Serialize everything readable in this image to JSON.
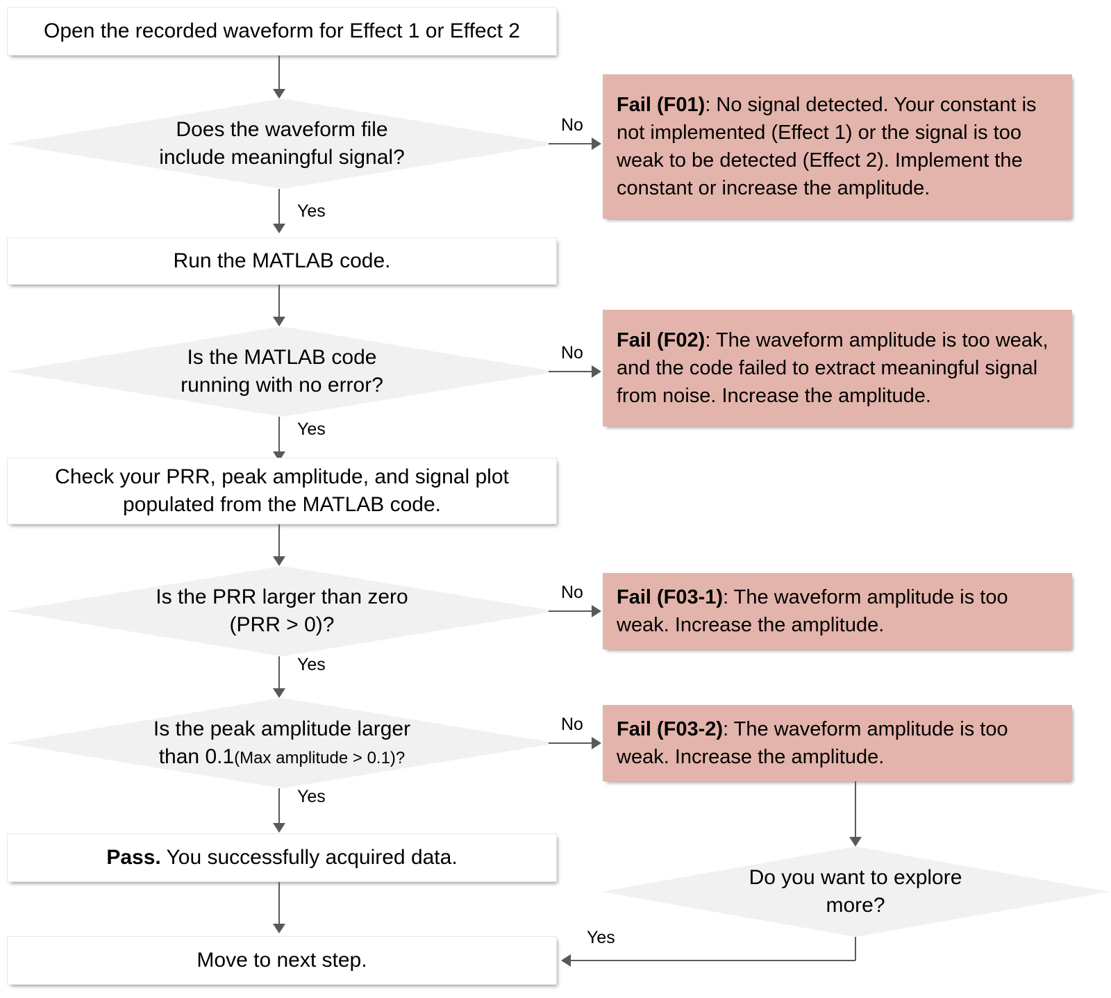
{
  "diagram": {
    "title": "Waveform acquisition troubleshooting flowchart",
    "colors": {
      "process_fill": "#ffffff",
      "decision_fill": "#f1f1f1",
      "fail_fill": "#e3b4ab",
      "connector": "#595959",
      "text": "#000000"
    }
  },
  "nodes": {
    "start": {
      "type": "process",
      "text": "Open the recorded waveform for Effect 1 or Effect 2"
    },
    "d1": {
      "type": "decision",
      "line1": "Does the waveform file",
      "line2": "include meaningful signal?"
    },
    "f01": {
      "type": "fail",
      "label": "Fail (F01)",
      "text": ": No signal detected. Your constant is not implemented (Effect 1) or the signal is too weak to be detected (Effect 2). Implement the constant or increase the amplitude."
    },
    "run": {
      "type": "process",
      "text": "Run the MATLAB code."
    },
    "d2": {
      "type": "decision",
      "line1": "Is the MATLAB code",
      "line2": "running with no error?"
    },
    "f02": {
      "type": "fail",
      "label": "Fail (F02)",
      "text": ": The waveform amplitude is too weak, and the code failed to extract meaningful signal from noise. Increase the amplitude."
    },
    "check": {
      "type": "process",
      "line1": "Check your PRR, peak amplitude, and signal plot",
      "line2": "populated from the MATLAB code."
    },
    "d3": {
      "type": "decision",
      "line1": "Is the PRR  larger than zero",
      "line2": "(PRR > 0)?"
    },
    "f031": {
      "type": "fail",
      "label": "Fail (F03-1)",
      "text": ": The waveform amplitude is too weak. Increase the amplitude."
    },
    "d4": {
      "type": "decision",
      "line1": "Is the peak amplitude larger",
      "line2a": "than 0.1",
      "line2b": "(Max amplitude > 0.1)?"
    },
    "f032": {
      "type": "fail",
      "label": "Fail (F03-2)",
      "text": ": The waveform amplitude is too weak. Increase the amplitude."
    },
    "pass": {
      "type": "process",
      "label": "Pass.",
      "text": " You successfully acquired data."
    },
    "d5": {
      "type": "decision",
      "line1": "Do you want to explore",
      "line2": "more?"
    },
    "next": {
      "type": "process",
      "text": "Move to next step."
    }
  },
  "edges": {
    "d1_no": "No",
    "d1_yes": "Yes",
    "d2_no": "No",
    "d2_yes": "Yes",
    "d3_no": "No",
    "d3_yes": "Yes",
    "d4_no": "No",
    "d4_yes": "Yes",
    "d5_yes": "Yes"
  }
}
